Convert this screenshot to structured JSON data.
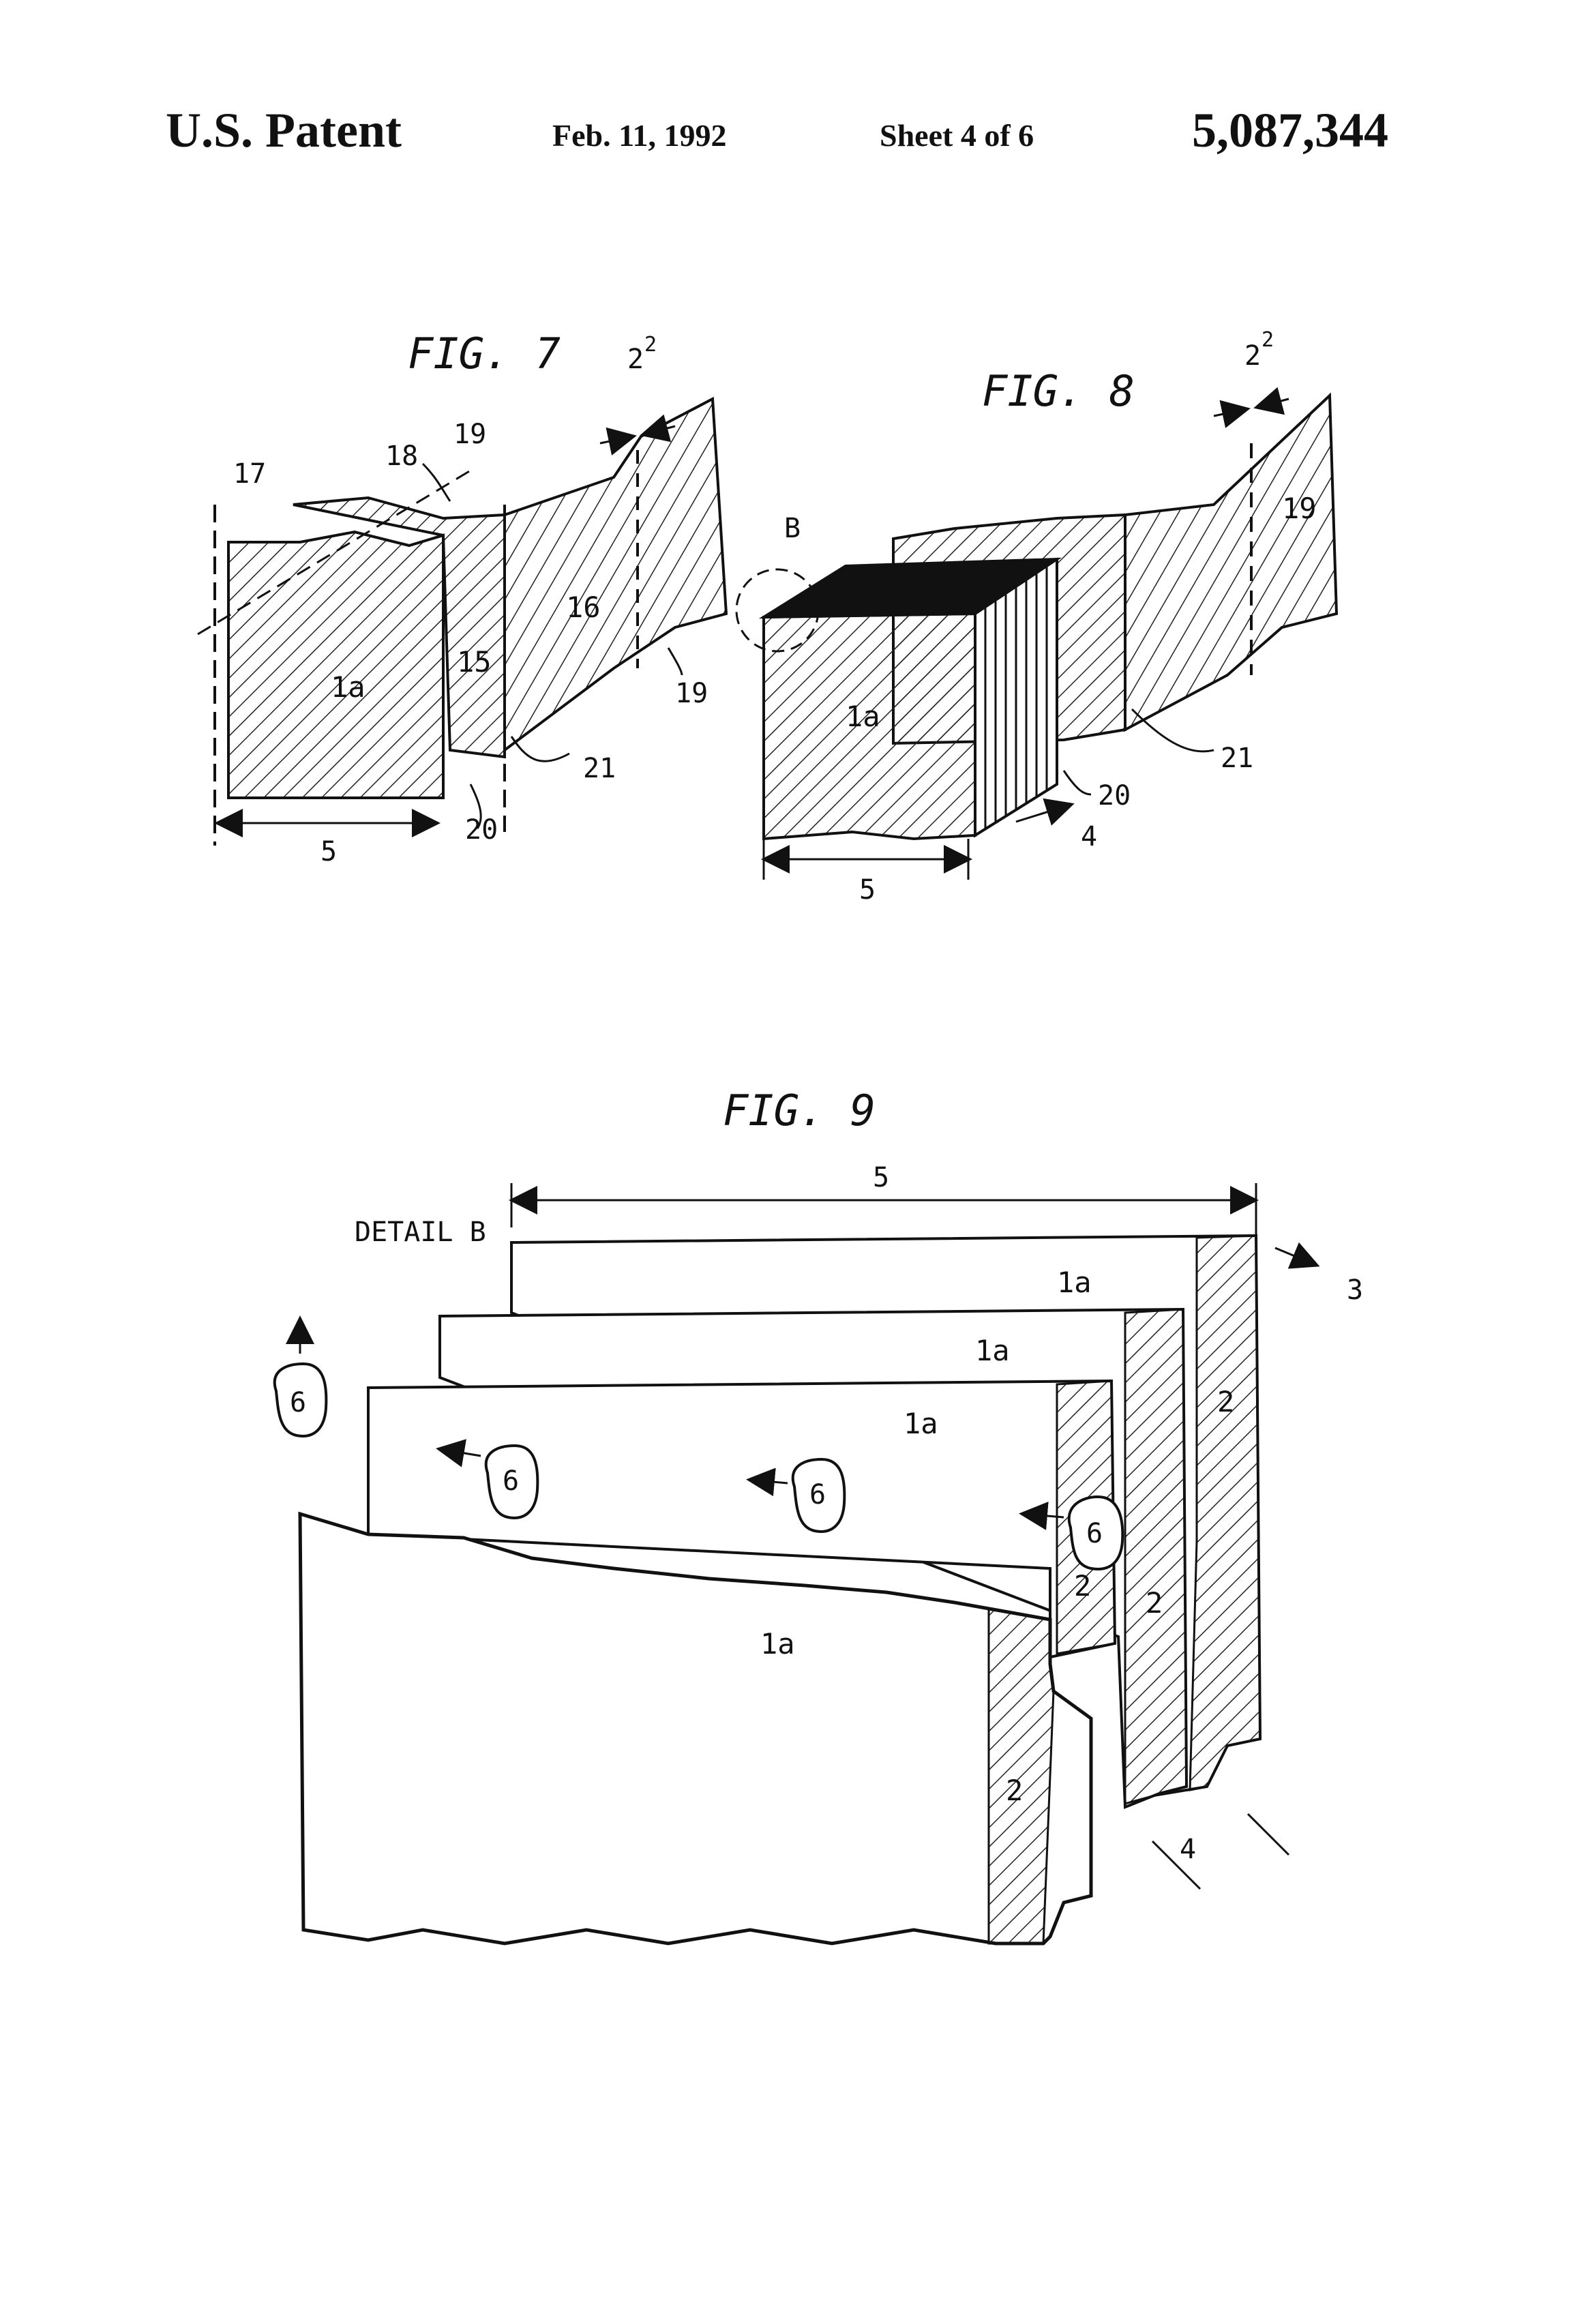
{
  "header": {
    "left": "U.S. Patent",
    "date": "Feb. 11, 1992",
    "sheet": "Sheet 4 of 6",
    "number": "5,087,344"
  },
  "fig7": {
    "title": "FIG. 7",
    "labels": {
      "l17": "17",
      "l18": "18",
      "l19a": "19",
      "l19b": "19",
      "l16": "16",
      "l15": "15",
      "l1a": "1a",
      "l21": "21",
      "l20": "20",
      "l5": "5",
      "l2": "2",
      "l2sup": "2"
    }
  },
  "fig8": {
    "title": "FIG. 8",
    "labels": {
      "lB": "B",
      "l1a": "1a",
      "l19": "19",
      "l20": "20",
      "l21": "21",
      "l4": "4",
      "l5": "5",
      "l2": "2",
      "l2sup": "2"
    }
  },
  "fig9": {
    "title": "FIG. 9",
    "detail": "DETAIL B",
    "labels": {
      "l5": "5",
      "l3": "3",
      "l4": "4",
      "l1a_a": "1a",
      "l1a_b": "1a",
      "l1a_c": "1a",
      "l1a_d": "1a",
      "l2_a": "2",
      "l2_b": "2",
      "l2_c": "2",
      "l2_d": "2",
      "l6_a": "6",
      "l6_b": "6",
      "l6_c": "6",
      "l6_d": "6"
    }
  }
}
